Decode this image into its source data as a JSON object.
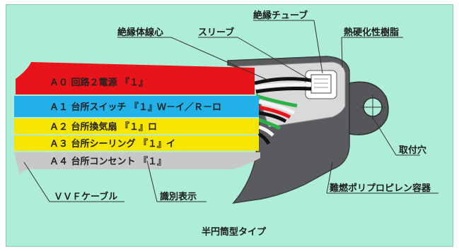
{
  "caption": "半円筒型タイプ",
  "labels": {
    "insulated_core": "絶縁体線心",
    "sleeve": "スリーブ",
    "insulating_tube": "絶縁チューブ",
    "thermoset_resin": "熱硬化性樹脂",
    "mounting_hole": "取付穴",
    "container": "難燃ポリプロピレン容器",
    "vvf_cable": "ＶＶＦケーブル",
    "id_display": "識別表示"
  },
  "bands": [
    {
      "text": "Ａ０ 回路２電源 『１』",
      "color": "#e8141a"
    },
    {
      "text": "Ａ１ 台所スイッチ 『１』Ｗ－イ／Ｒ－ロ",
      "color": "#22b0e8"
    },
    {
      "text": "Ａ２ 台所換気扇 『１』ロ",
      "color": "#f6e500"
    },
    {
      "text": "Ａ３ 台所シーリング 『１』イ",
      "color": "#f6e500"
    },
    {
      "text": "Ａ４ 台所コンセント 『１』",
      "color": "#c8c8c8"
    }
  ],
  "colors": {
    "background": "#aeeed6",
    "container": "#58595b",
    "container_dark": "#3c3d3f",
    "wire_green": "#2db24a",
    "wire_red": "#e8141a",
    "wire_white": "#f4f4f4",
    "wire_black": "#111111"
  }
}
